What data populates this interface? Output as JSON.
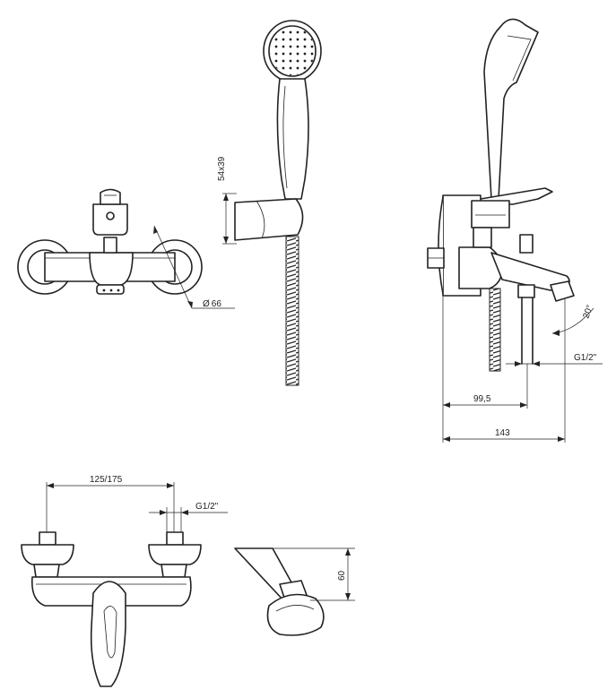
{
  "dimensions": {
    "diameter_label": "66",
    "holder_size": "54x39",
    "spout_angle": "20°",
    "thread_right": "G1/2\"",
    "projection_spout": "99,5",
    "projection_total": "143",
    "center_distance": "125/175",
    "thread_bottom": "G1/2\"",
    "holder_height": "60"
  },
  "symbols": {
    "diameter": "Ø"
  },
  "colors": {
    "line": "#222222",
    "background": "#ffffff"
  }
}
